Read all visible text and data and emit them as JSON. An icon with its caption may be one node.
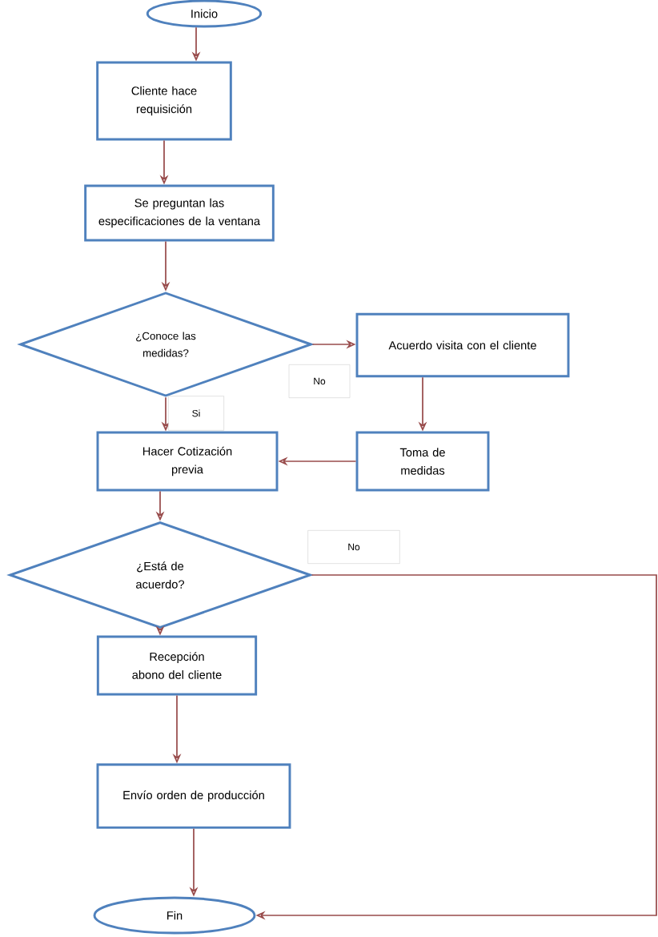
{
  "diagram": {
    "nodes": [
      {
        "text": [
          "Inicio"
        ]
      },
      {
        "text": [
          "Cliente hace requisición"
        ]
      },
      {
        "text": [
          "Se preguntan las especificaciones de la ventana"
        ]
      },
      {
        "text": [
          "¿Conoce las medidas?"
        ]
      },
      {
        "text": [
          "Acuerdo visita con el cliente"
        ]
      },
      {
        "text": [
          "Hacer Cotización previa"
        ]
      },
      {
        "text": [
          "Toma de medidas"
        ]
      },
      {
        "text": [
          "¿Está de acuerdo?"
        ]
      },
      {
        "text": [
          "Recepción abono del cliente"
        ]
      },
      {
        "text": [
          "Envío orden de producción"
        ]
      },
      {
        "text": [
          "Fin"
        ]
      }
    ],
    "edges": [
      {
        "from": 0,
        "to": 1,
        "arrow": "to"
      },
      {
        "from": 1,
        "to": 2,
        "arrow": "to"
      },
      {
        "from": 2,
        "to": 3,
        "arrow": "to"
      },
      {
        "from": 3,
        "to": 4,
        "arrow": "to",
        "label": "No"
      },
      {
        "from": 3,
        "to": 5,
        "arrow": "to",
        "label": "Si"
      },
      {
        "from": 4,
        "to": 6,
        "arrow": "to"
      },
      {
        "from": 6,
        "to": 5,
        "arrow": "to"
      },
      {
        "from": 5,
        "to": 7,
        "arrow": "to"
      },
      {
        "from": 7,
        "to": 10,
        "arrow": "to",
        "label": "No"
      },
      {
        "from": 7,
        "to": 8,
        "arrow": "to"
      },
      {
        "from": 8,
        "to": 9,
        "arrow": "to"
      },
      {
        "from": 9,
        "to": 10,
        "arrow": "to"
      }
    ]
  }
}
